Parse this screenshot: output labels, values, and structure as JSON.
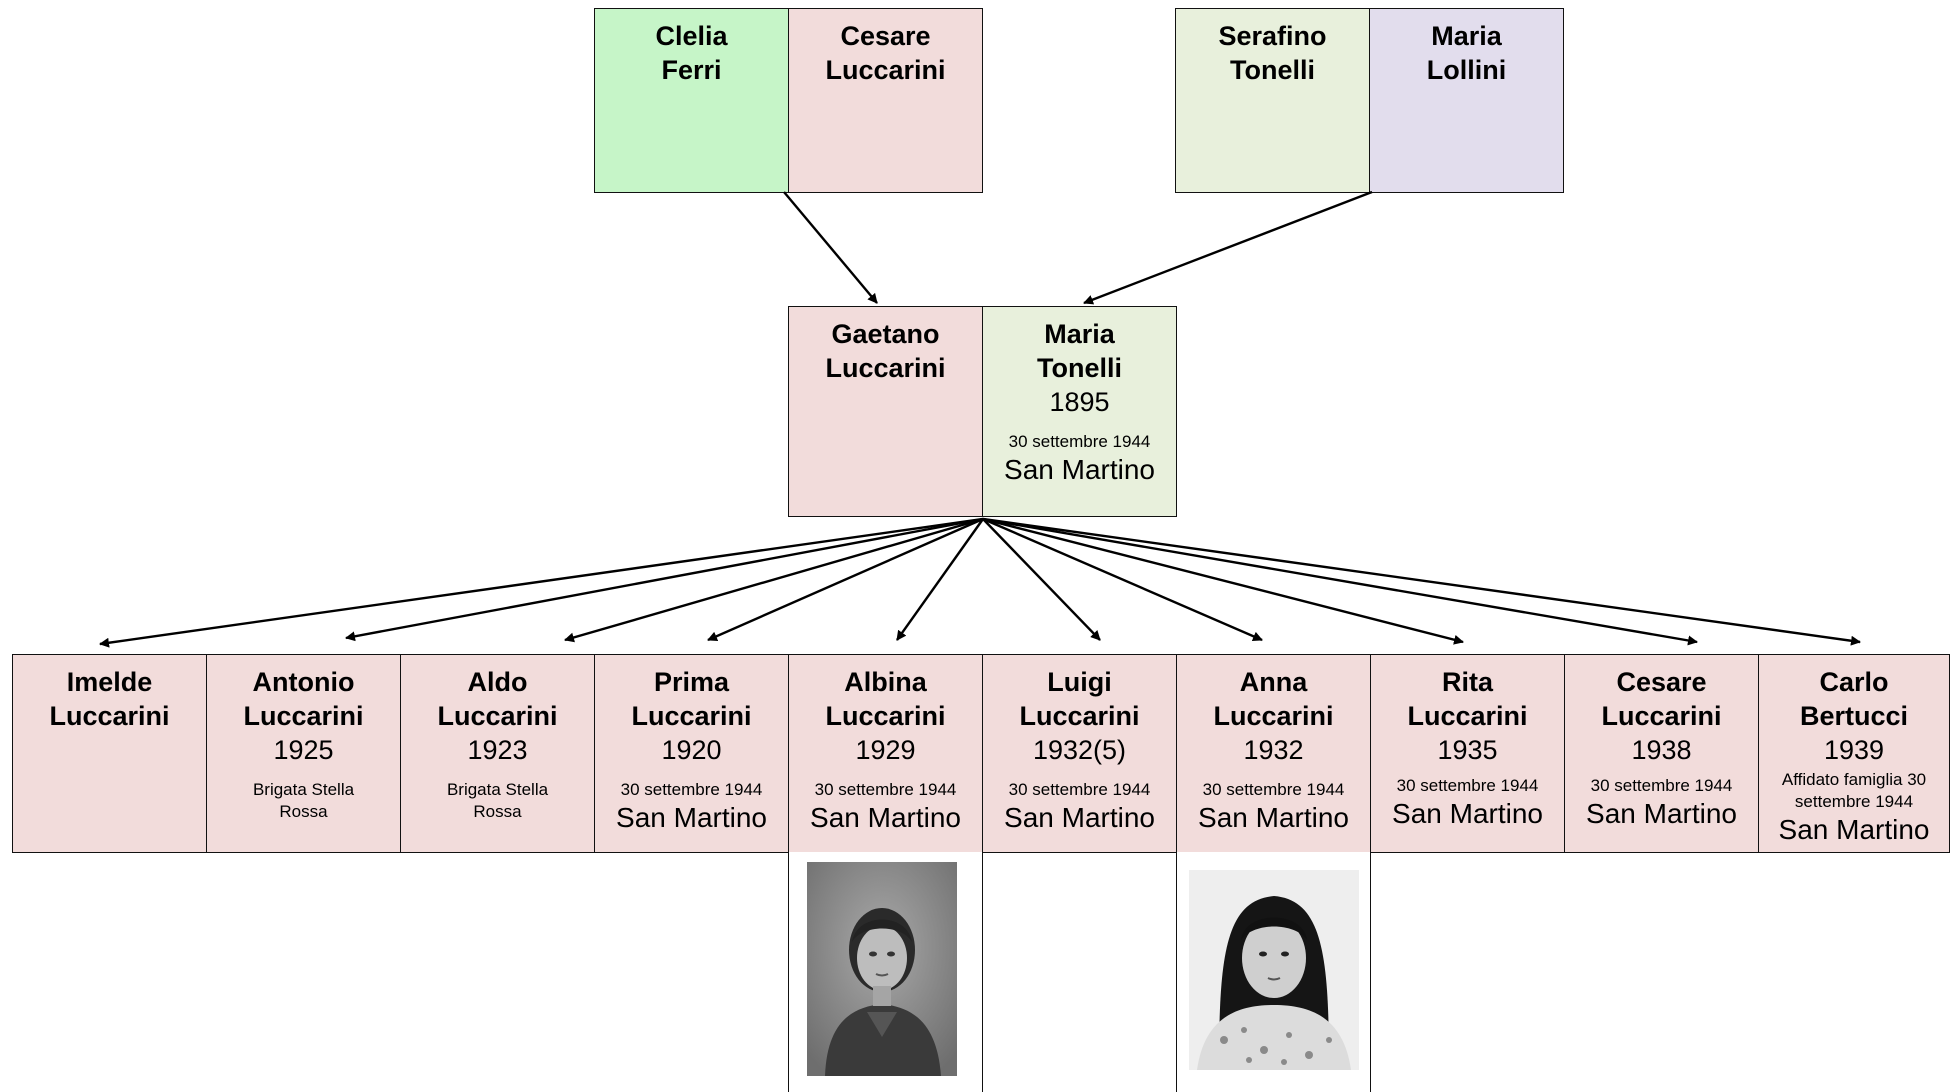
{
  "grandparents": [
    {
      "first": "Clelia",
      "last": "Ferri"
    },
    {
      "first": "Cesare",
      "last": "Luccarini"
    },
    {
      "first": "Serafino",
      "last": "Tonelli"
    },
    {
      "first": "Maria",
      "last": "Lollini"
    }
  ],
  "parents": {
    "father": {
      "first": "Gaetano",
      "last": "Luccarini"
    },
    "mother": {
      "first": "Maria",
      "last": "Tonelli",
      "year": "1895",
      "death_date": "30 settembre 1944",
      "death_place": "San Martino"
    }
  },
  "children": [
    {
      "first": "Imelde",
      "last": "Luccarini",
      "year": "",
      "note": "",
      "place": ""
    },
    {
      "first": "Antonio",
      "last": "Luccarini",
      "year": "1925",
      "note": "Brigata Stella Rossa",
      "place": ""
    },
    {
      "first": "Aldo",
      "last": "Luccarini",
      "year": "1923",
      "note": "Brigata Stella Rossa",
      "place": ""
    },
    {
      "first": "Prima",
      "last": "Luccarini",
      "year": "1920",
      "note": "30 settembre 1944",
      "place": "San Martino"
    },
    {
      "first": "Albina",
      "last": "Luccarini",
      "year": "1929",
      "note": "30 settembre 1944",
      "place": "San Martino"
    },
    {
      "first": "Luigi",
      "last": "Luccarini",
      "year": "1932(5)",
      "note": "30 settembre 1944",
      "place": "San Martino"
    },
    {
      "first": "Anna",
      "last": "Luccarini",
      "year": "1932",
      "note": "30 settembre 1944",
      "place": "San Martino"
    },
    {
      "first": "Rita",
      "last": "Luccarini",
      "year": "1935",
      "note": "30 settembre 1944",
      "place": "San Martino"
    },
    {
      "first": "Cesare",
      "last": "Luccarini",
      "year": "1938",
      "note": "30 settembre 1944",
      "place": "San Martino"
    },
    {
      "first": "Carlo",
      "last": "Bertucci",
      "year": "1939",
      "note": "Affidato famiglia 30 settembre 1944",
      "place": "San Martino"
    }
  ],
  "colors": {
    "pink": "#f2dcdb",
    "green": "#c6f5c8",
    "light_green": "#e8f0dc",
    "lavender": "#e2dded",
    "line": "#000000"
  },
  "photos": {
    "albina": "portrait-photo",
    "anna": "portrait-photo"
  }
}
